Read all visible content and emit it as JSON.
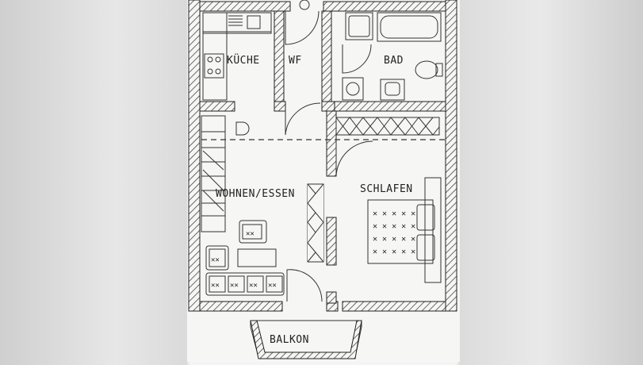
{
  "rooms": {
    "kitchen": "KÜCHE",
    "wc": "WF",
    "bath": "BAD",
    "living": "WOHNEN/ESSEN",
    "bedroom": "SCHLAFEN",
    "balcony": "BALKON"
  },
  "colors": {
    "wall": "#2a2a2a",
    "hatch": "#555555",
    "paper": "#f6f6f4",
    "line": "#333333"
  }
}
